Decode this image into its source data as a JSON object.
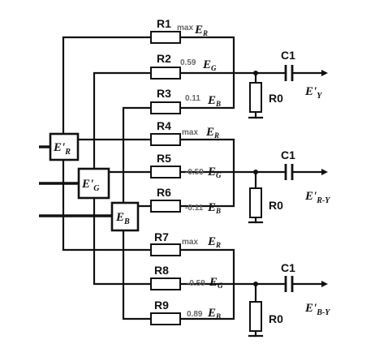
{
  "resistors": [
    {
      "id": "R1",
      "coef": "max",
      "signal": "E",
      "sub": "R"
    },
    {
      "id": "R2",
      "coef": "0.59",
      "signal": "E",
      "sub": "G"
    },
    {
      "id": "R3",
      "coef": "0.11",
      "signal": "E",
      "sub": "B"
    },
    {
      "id": "R4",
      "coef": "max",
      "signal": "E",
      "sub": "R"
    },
    {
      "id": "R5",
      "coef": "-0.59",
      "signal": "E",
      "sub": "G"
    },
    {
      "id": "R6",
      "coef": "-0.11",
      "signal": "E",
      "sub": "B"
    },
    {
      "id": "R7",
      "coef": "max",
      "signal": "E",
      "sub": "R"
    },
    {
      "id": "R8",
      "coef": "-0.59",
      "signal": "E",
      "sub": "G"
    },
    {
      "id": "R9",
      "coef": "0.89",
      "signal": "E",
      "sub": "B"
    }
  ],
  "sources": [
    {
      "letter": "E'",
      "sub": "R"
    },
    {
      "letter": "E'",
      "sub": "G"
    },
    {
      "letter": "E",
      "sub": "B"
    }
  ],
  "outputs": [
    {
      "capacitor": "C1",
      "load": "R0",
      "letter": "E'",
      "sub": "Y"
    },
    {
      "capacitor": "C1",
      "load": "R0",
      "letter": "E'",
      "sub": "R-Y"
    },
    {
      "capacitor": "C1",
      "load": "R0",
      "letter": "E'",
      "sub": "B-Y"
    }
  ]
}
